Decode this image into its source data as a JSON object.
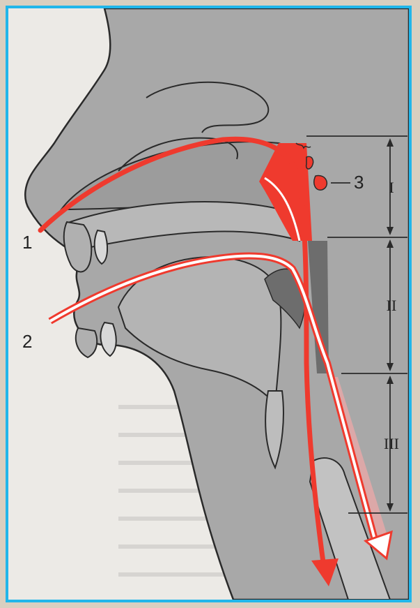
{
  "labels": {
    "marker_1": "1",
    "marker_2": "2",
    "marker_3": "3"
  },
  "regions": {
    "region_1": "I",
    "region_2": "II",
    "region_3": "III"
  },
  "colors": {
    "frame": "#21b6ea",
    "tissue": "#a9a9a9",
    "airway_red": "#ef3a2e",
    "pale_red": "#f0a0a0",
    "dark_gray": "#6d6d6d"
  }
}
